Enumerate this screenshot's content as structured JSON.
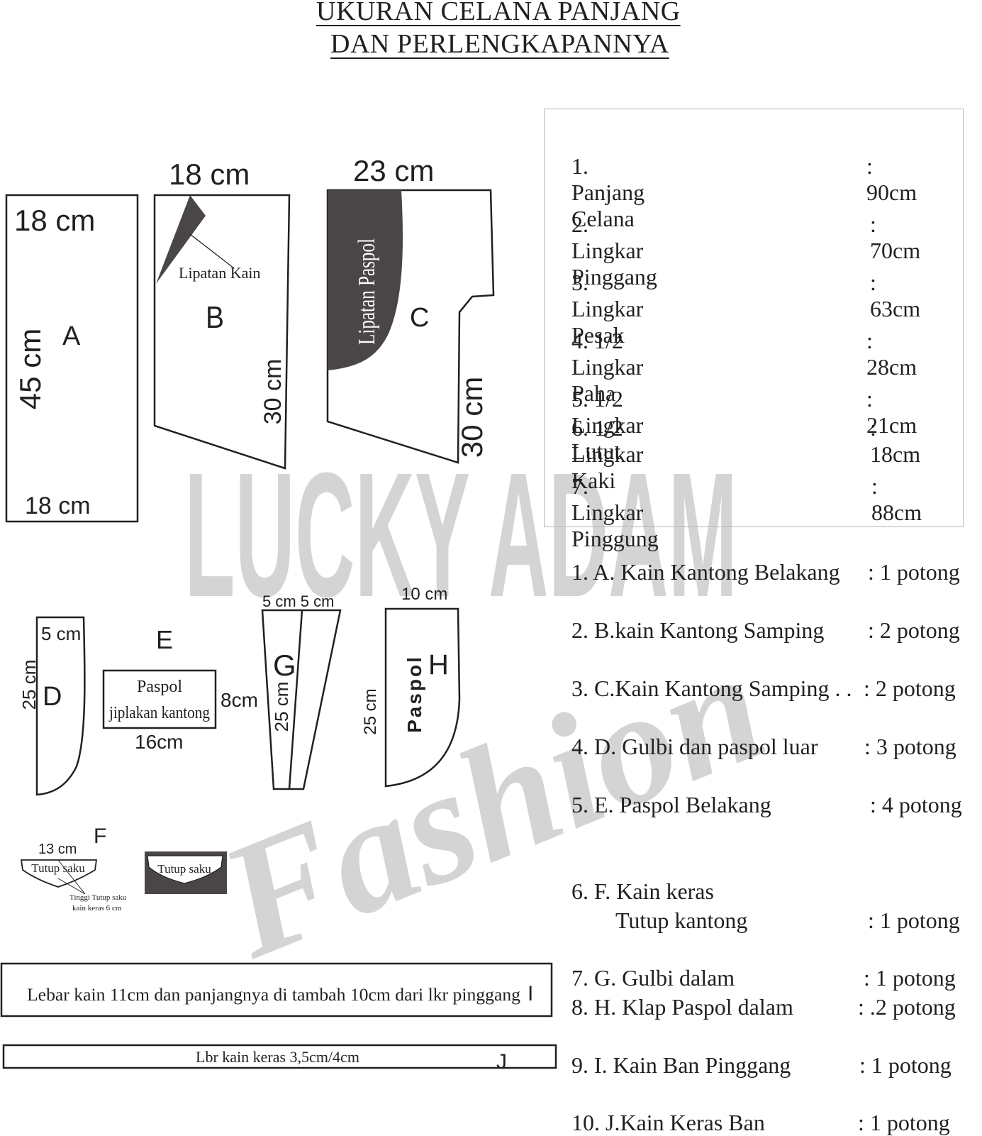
{
  "title": {
    "line1": "UKURAN CELANA PANJANG",
    "line2": "DAN PERLENGKAPANNYA"
  },
  "watermark": {
    "line1": "LUCKY ADAM",
    "line2": "Fashion"
  },
  "measurements": [
    {
      "label": "1. Panjang Celana",
      "value": ":  90cm"
    },
    {
      "label": "2. Lingkar Pinggang",
      "value": ":  70cm"
    },
    {
      "label": "3. Lingkar Pesak",
      "value": ":  63cm"
    },
    {
      "label": "4. 1/2 Lingkar Paha",
      "value": ":  28cm"
    },
    {
      "label": "5. 1/2 Lingkar Lutut",
      "value": ":  21cm"
    },
    {
      "label": "6. 1/2 Lingkar Kaki",
      "value": ":  18cm"
    },
    {
      "label": "7. Lingkar Pinggung",
      "value": ":  88cm"
    }
  ],
  "pieces": [
    {
      "label": "1. A. Kain Kantong Belakang",
      "value": ":  1 potong"
    },
    {
      "label": "2. B.kain Kantong Samping",
      "value": ":  2 potong"
    },
    {
      "label": "3. C.Kain Kantong Samping . .",
      "value": ":  2 potong"
    },
    {
      "label": "4. D. Gulbi dan paspol luar",
      "value": ":  3 potong"
    },
    {
      "label": "5. E. Paspol Belakang",
      "value": ":  4 potong"
    },
    {
      "label": "6. F. Kain keras",
      "value": ""
    },
    {
      "label": "Tutup kantong",
      "value": ":  1 potong"
    },
    {
      "label": "7. G. Gulbi dalam",
      "value": ":  1 potong"
    },
    {
      "label": "8. H. Klap Paspol dalam",
      "value": ":  .2 potong"
    },
    {
      "label": "9. I. Kain Ban Pinggang",
      "value": ":  1 potong"
    },
    {
      "label": "10. J.Kain Keras  Ban",
      "value": ":  1 potong"
    }
  ],
  "pattern_a": {
    "top": "18 cm",
    "side": "45 cm",
    "letter": "A",
    "bottom": "18 cm"
  },
  "pattern_b": {
    "top": "18 cm",
    "fold": "Lipatan Kain",
    "letter": "B",
    "side": "30 cm"
  },
  "pattern_c": {
    "top": "23 cm",
    "fold": "Lipatan Paspol",
    "letter": "C",
    "side": "30 cm"
  },
  "pattern_d": {
    "top": "5 cm",
    "side": "25 cm",
    "letter": "D"
  },
  "pattern_e": {
    "letter": "E",
    "line1": "Paspol",
    "line2": "jiplakan kantong",
    "side": "8cm",
    "bottom": "16cm"
  },
  "pattern_g": {
    "top": "5 cm 5 cm",
    "letter": "G",
    "side": "25 cm"
  },
  "pattern_h": {
    "top": "10 cm",
    "fold": "Paspol",
    "letter": "H",
    "side": "25 cm"
  },
  "pattern_f": {
    "letter": "F",
    "width": "13 cm",
    "label": "Tutup saku",
    "note1": "Tinggi Tutup saku",
    "note2": "kain keras 6 cm",
    "label_dark": "Tutup saku"
  },
  "pattern_i": {
    "text": "Lebar kain 11cm dan  panjangnya di tambah 10cm dari lkr pinggang",
    "letter": "I"
  },
  "pattern_j": {
    "text": "Lbr kain keras 3,5cm/4cm",
    "letter": "J"
  },
  "colors": {
    "ink": "#231f20",
    "dark_fill": "#4a4647",
    "watermark": "#d4d4d4",
    "box_border": "#b7b7b7"
  }
}
